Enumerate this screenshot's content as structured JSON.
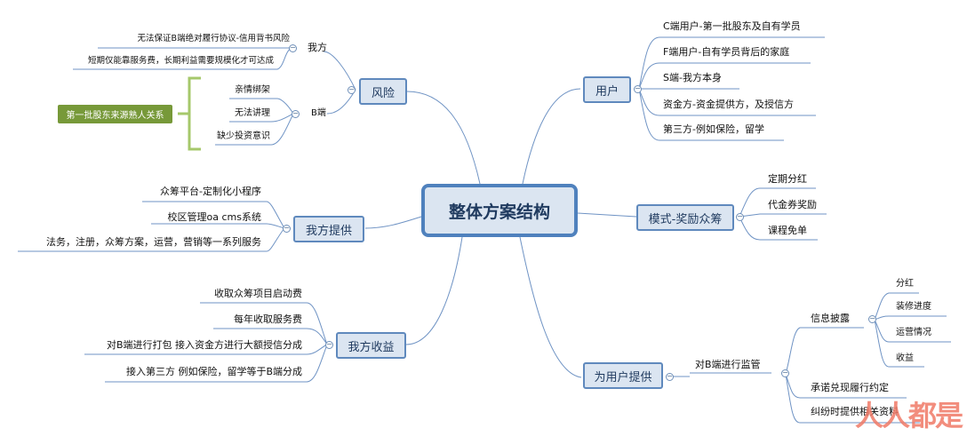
{
  "root": "整体方案结构",
  "risk": {
    "label": "风险",
    "ours": {
      "label": "我方",
      "items": [
        "无法保证B端绝对履行协议-信用背书风险",
        "短期仅能靠服务费，长期利益需要规模化才可达成"
      ]
    },
    "b_end": {
      "label": "B端",
      "items": [
        "亲情绑架",
        "无法讲理",
        "缺少投资意识"
      ]
    },
    "note": "第一批股东来源熟人关系"
  },
  "users": {
    "label": "用户",
    "items": [
      "C端用户-第一批股东及自有学员",
      "F端用户-自有学员背后的家庭",
      "S端-我方本身",
      "资金方-资金提供方，及授信方",
      "第三方-例如保险，留学"
    ]
  },
  "provide": {
    "label": "我方提供",
    "items": [
      "众筹平台-定制化小程序",
      "校区管理oa cms系统",
      "法务，注册，众筹方案，运营，营销等一系列服务"
    ]
  },
  "model": {
    "label": "模式-奖励众筹",
    "items": [
      "定期分红",
      "代金券奖励",
      "课程免单"
    ]
  },
  "income": {
    "label": "我方收益",
    "items": [
      "收取众筹项目启动费",
      "每年收取服务费",
      "对B端进行打包 接入资金方进行大额授信分成",
      "接入第三方 例如保险，留学等于B端分成"
    ]
  },
  "for_users": {
    "label": "为用户提供",
    "supervise": {
      "label": "对B端进行监管",
      "disclosure": {
        "label": "信息披露",
        "items": [
          "分红",
          "装修进度",
          "运营情况",
          "收益"
        ]
      },
      "others": [
        "承诺兑现履行约定",
        "纠纷时提供相关资料"
      ]
    }
  },
  "watermark": "人人都是"
}
